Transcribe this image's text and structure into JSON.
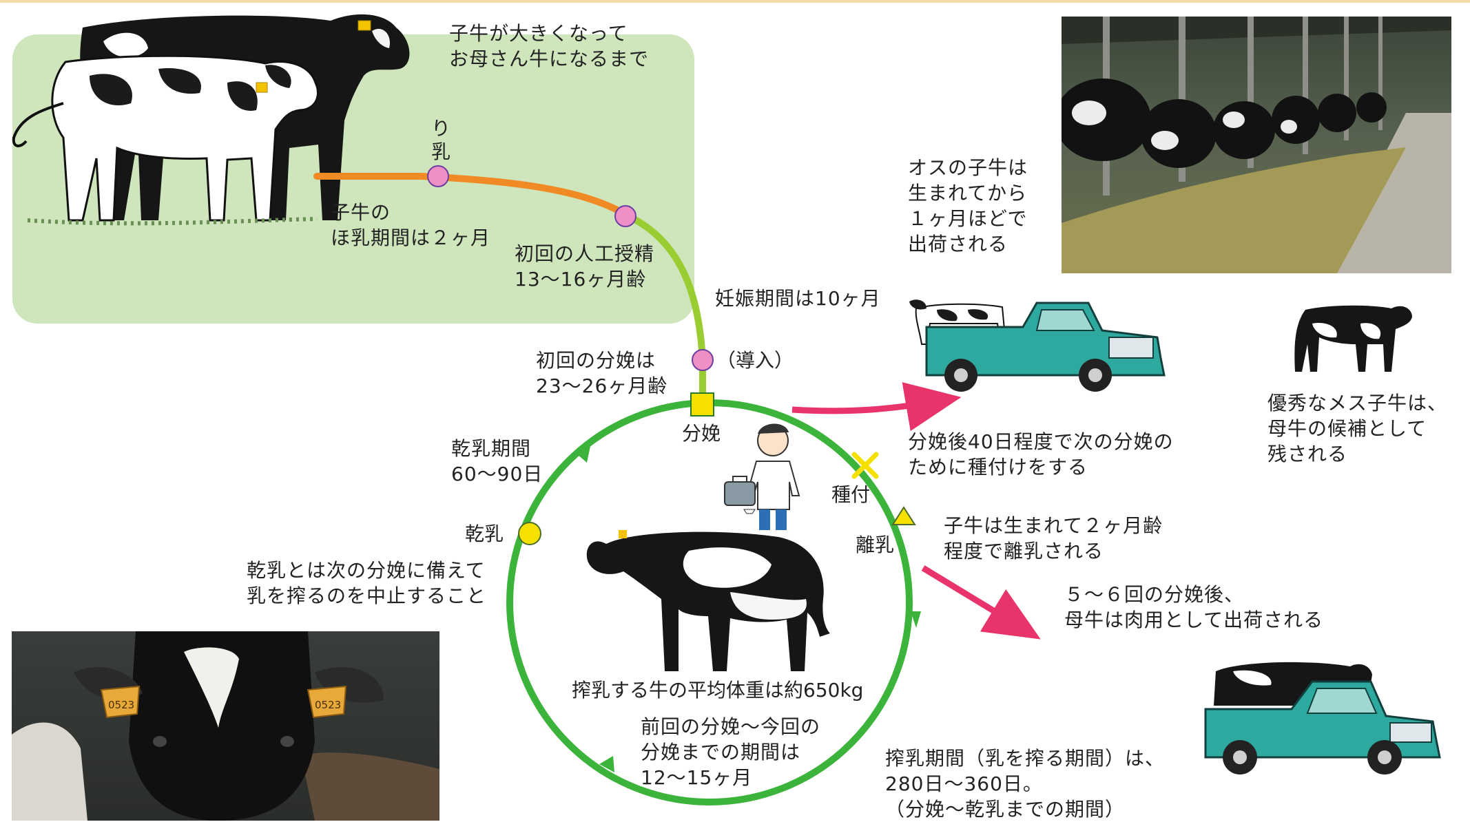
{
  "colors": {
    "green_panel": "#cfe6bd",
    "cycle_ring": "#3cb43c",
    "suckling_line": "#f08a24",
    "pregnancy_line": "#9acd32",
    "arrow_red": "#e8336b",
    "marker_pink": "#ee8fc5",
    "marker_yellow": "#f5e000",
    "truck_teal": "#2ea9a0"
  },
  "icons": {
    "weaning": "triangle-icon",
    "breeding": "cross-icon",
    "calving": "square-icon",
    "dry_off": "circle-icon"
  },
  "top": {
    "growth_caption": "子牛が大きくなって\nお母さん牛になるまで",
    "weaning_marker_label": "り\n乳",
    "suckling_period": "子牛の\nほ乳期間は２ヶ月",
    "first_insemination": "初回の人工授精\n13〜16ヶ月齢",
    "gestation": "妊娠期間は10ヶ月",
    "introduction": "（導入）",
    "first_calving": "初回の分娩は\n23〜26ヶ月齢"
  },
  "cycle": {
    "calving": "分娩",
    "dry_period": "乾乳期間\n60〜90日",
    "dry_off": "乾乳",
    "dry_off_definition": "乾乳とは次の分娩に備えて\n乳を搾るのを中止すること",
    "breeding": "種付",
    "weaning": "離乳",
    "average_weight": "搾乳する牛の平均体重は約650kg",
    "calving_interval": "前回の分娩〜今回の\n分娩までの期間は\n12〜15ヶ月",
    "lactation": "搾乳期間（乳を搾る期間）は、\n280日〜360日。\n（分娩〜乾乳までの期間）"
  },
  "right": {
    "male_calf": "オスの子牛は\n生まれてから\n１ヶ月ほどで\n出荷される",
    "rebreeding": "分娩後40日程度で次の分娩の\nために種付けをする",
    "female_calf": "優秀なメス子牛は、\n母牛の候補として\n残される",
    "weaning_age": "子牛は生まれて２ヶ月齢\n程度で離乳される",
    "cull": "５〜６回の分娩後、\n母牛は肉用として出荷される"
  },
  "ear_tags": [
    "0523",
    "0523"
  ]
}
